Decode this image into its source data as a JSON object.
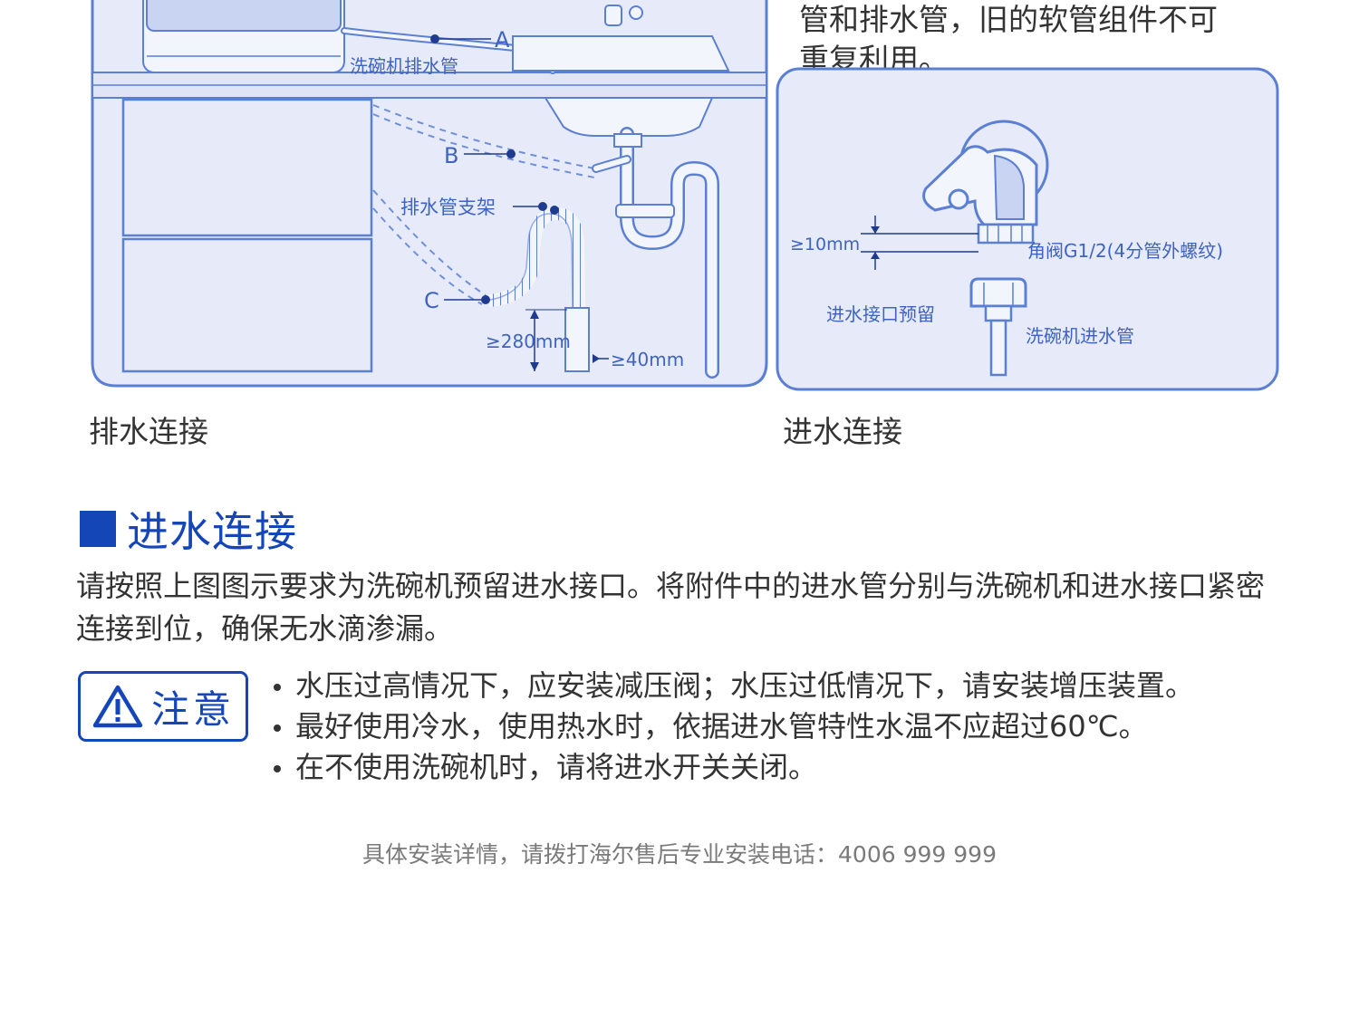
{
  "top_note": {
    "line1": "管和排水管，旧的软管组件不可",
    "line2": "重复利用。"
  },
  "drain_diagram": {
    "label_drain_pipe": "洗碗机排水管",
    "label_a": "A",
    "label_b": "B",
    "label_c": "C",
    "label_bracket": "排水管支架",
    "label_height": "≥280mm",
    "label_width": "≥40mm",
    "caption": "排水连接"
  },
  "inlet_diagram": {
    "label_gap": "≥10mm",
    "label_valve": "角阀G1/2(4分管外螺纹)",
    "label_inlet_reserve": "进水接口预留",
    "label_inlet_pipe": "洗碗机进水管",
    "caption": "进水连接"
  },
  "section": {
    "title": "进水连接",
    "body": "请按照上图图示要求为洗碗机预留进水接口。将附件中的进水管分别与洗碗机和进水接口紧密连接到位，确保无水滴渗漏。"
  },
  "notice": {
    "label": "注意",
    "items": [
      "水压过高情况下，应安装减压阀；水压过低情况下，请安装增压装置。",
      "最好使用冷水，使用热水时，依据进水管特性水温不应超过60℃。",
      "在不使用洗碗机时，请将进水开关关闭。"
    ]
  },
  "footer": {
    "text": "具体安装详情，请拨打海尔售后专业安装电话：4006 999 999"
  },
  "colors": {
    "accent": "#1446b8",
    "diagram_line": "#5b7fd3",
    "diagram_fill": "#e7ebf9"
  }
}
